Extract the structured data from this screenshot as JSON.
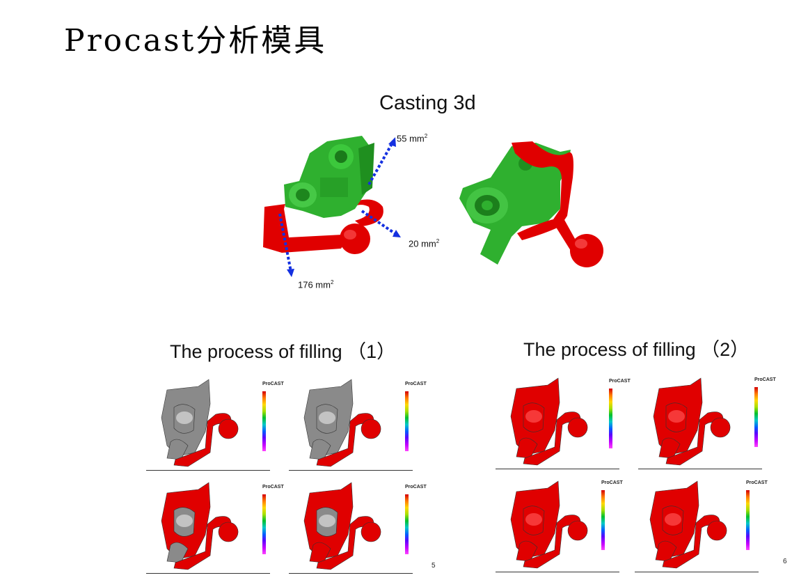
{
  "title": "Procast分析模具",
  "casting": {
    "heading": "Casting  3d",
    "annotations": [
      {
        "value": "55  mm",
        "exp": "2"
      },
      {
        "value": "20  mm",
        "exp": "2"
      },
      {
        "value": "176  mm",
        "exp": "2"
      }
    ]
  },
  "filling1": {
    "heading": "The process of filling  （1）",
    "page_number": "5",
    "panels": [
      {
        "brand": "ProCAST",
        "fill": 0.15
      },
      {
        "brand": "ProCAST",
        "fill": 0.45
      },
      {
        "brand": "ProCAST",
        "fill": 0.6
      },
      {
        "brand": "ProCAST",
        "fill": 0.75
      }
    ]
  },
  "filling2": {
    "heading": "The process of filling  （2）",
    "page_number": "6",
    "panels": [
      {
        "brand": "ProCAST",
        "fill": 0.85
      },
      {
        "brand": "ProCAST",
        "fill": 0.9
      },
      {
        "brand": "ProCAST",
        "fill": 0.95
      },
      {
        "brand": "ProCAST",
        "fill": 1.0
      }
    ]
  },
  "colors": {
    "mould_green": "#2fb02f",
    "metal_red": "#e00000",
    "arrow_blue": "#1430e0",
    "unfilled_grey": "#8a8a8a"
  }
}
